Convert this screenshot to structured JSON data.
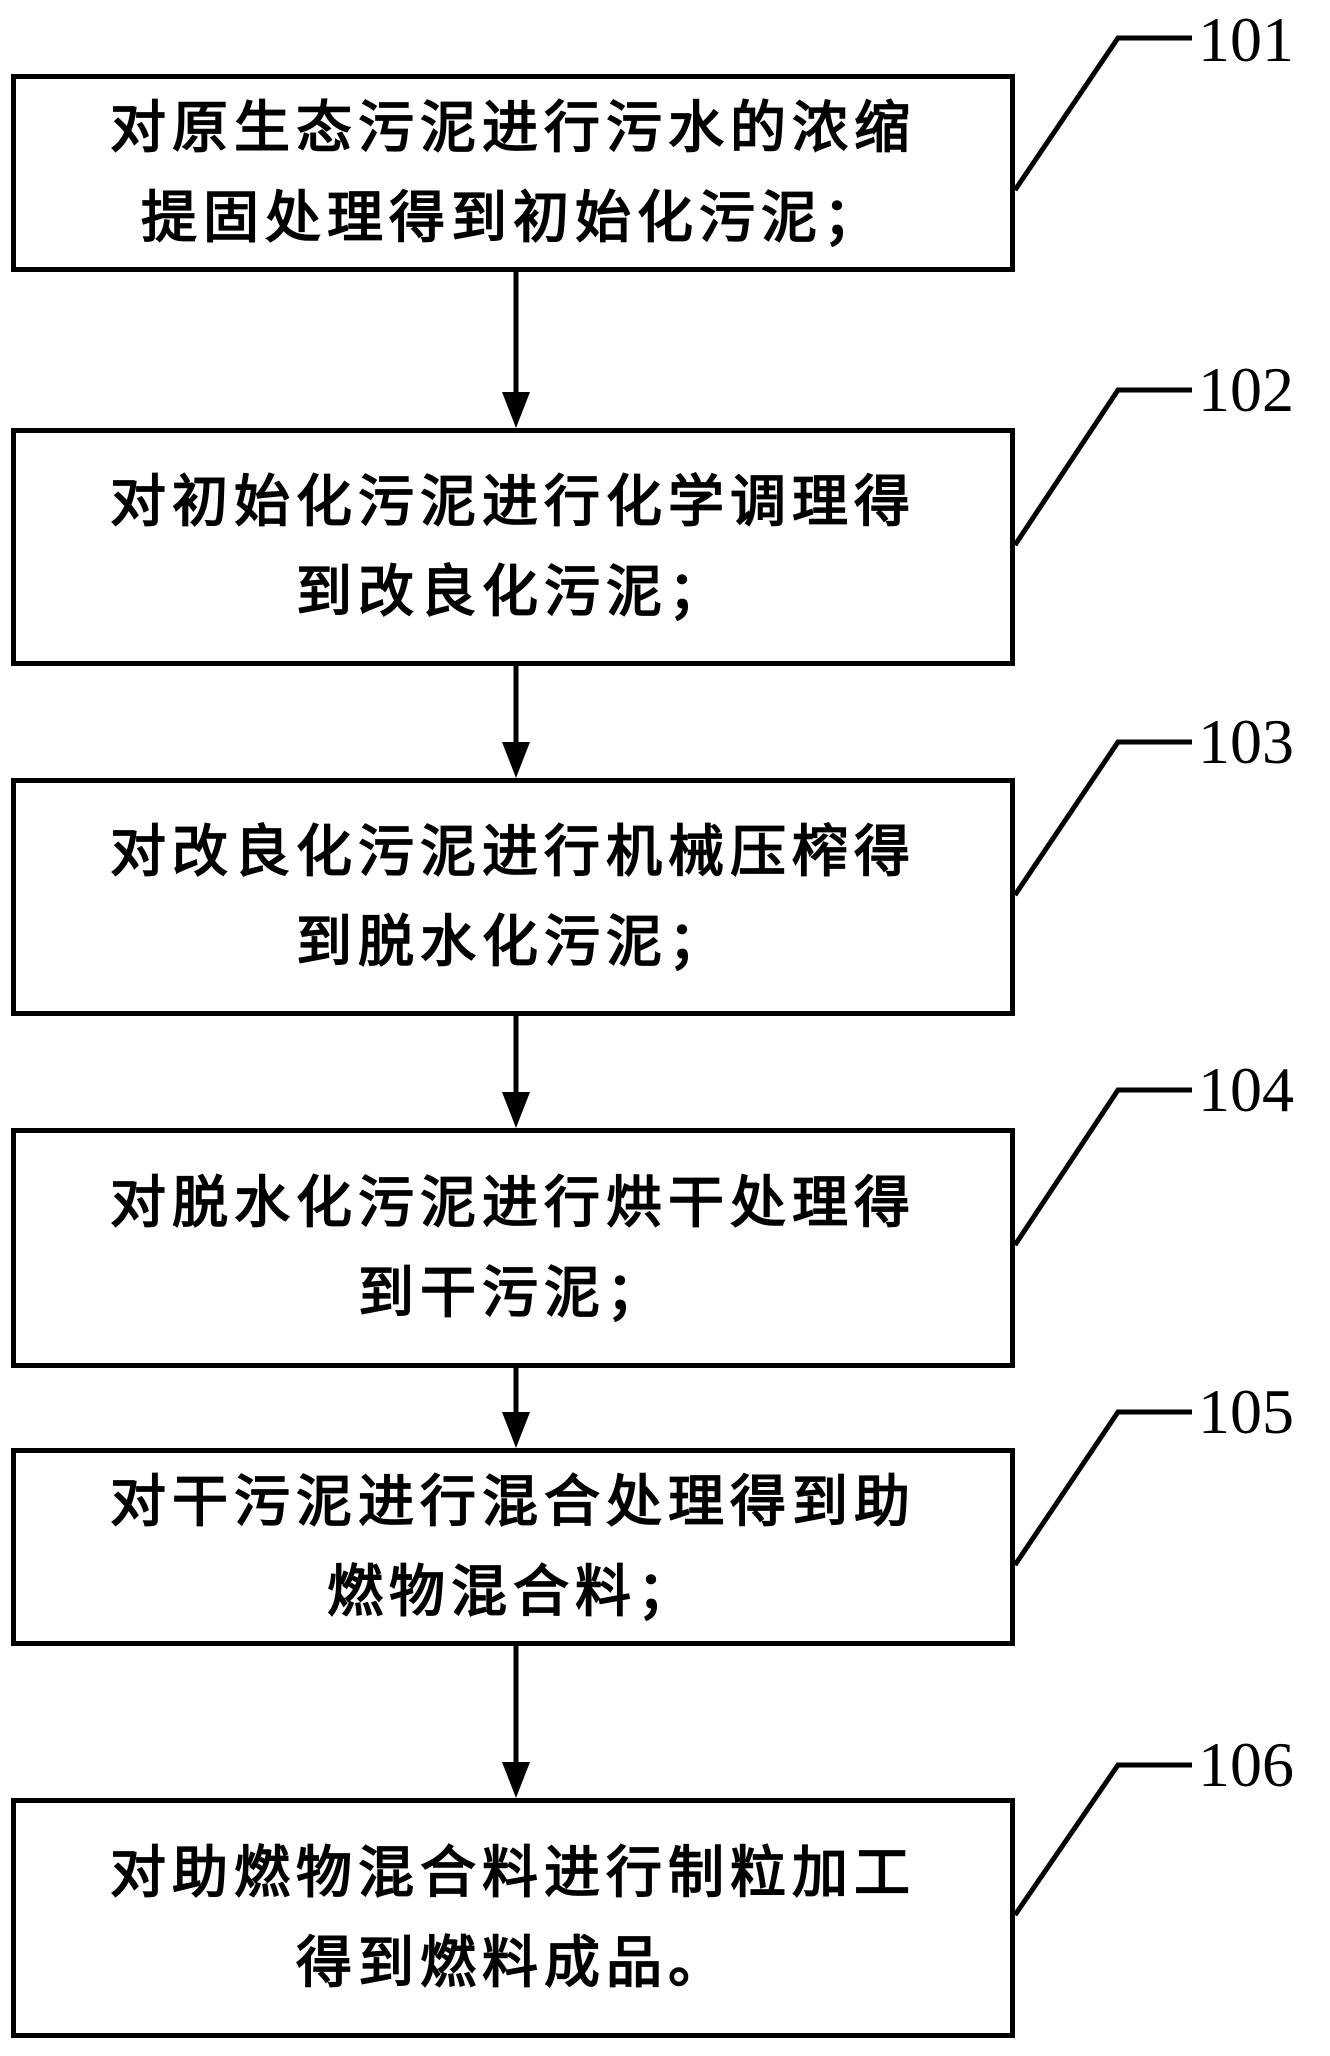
{
  "steps": [
    {
      "number": "101",
      "line1": "对原生态污泥进行污水的浓缩",
      "line2": "提固处理得到初始化污泥；"
    },
    {
      "number": "102",
      "line1": "对初始化污泥进行化学调理得",
      "line2": "到改良化污泥；"
    },
    {
      "number": "103",
      "line1": "对改良化污泥进行机械压榨得",
      "line2": "到脱水化污泥；"
    },
    {
      "number": "104",
      "line1": "对脱水化污泥进行烘干处理得",
      "line2": "到干污泥；"
    },
    {
      "number": "105",
      "line1": "对干污泥进行混合处理得到助",
      "line2": "燃物混合料；"
    },
    {
      "number": "106",
      "line1": "对助燃物混合料进行制粒加工",
      "line2": "得到燃料成品。"
    }
  ]
}
